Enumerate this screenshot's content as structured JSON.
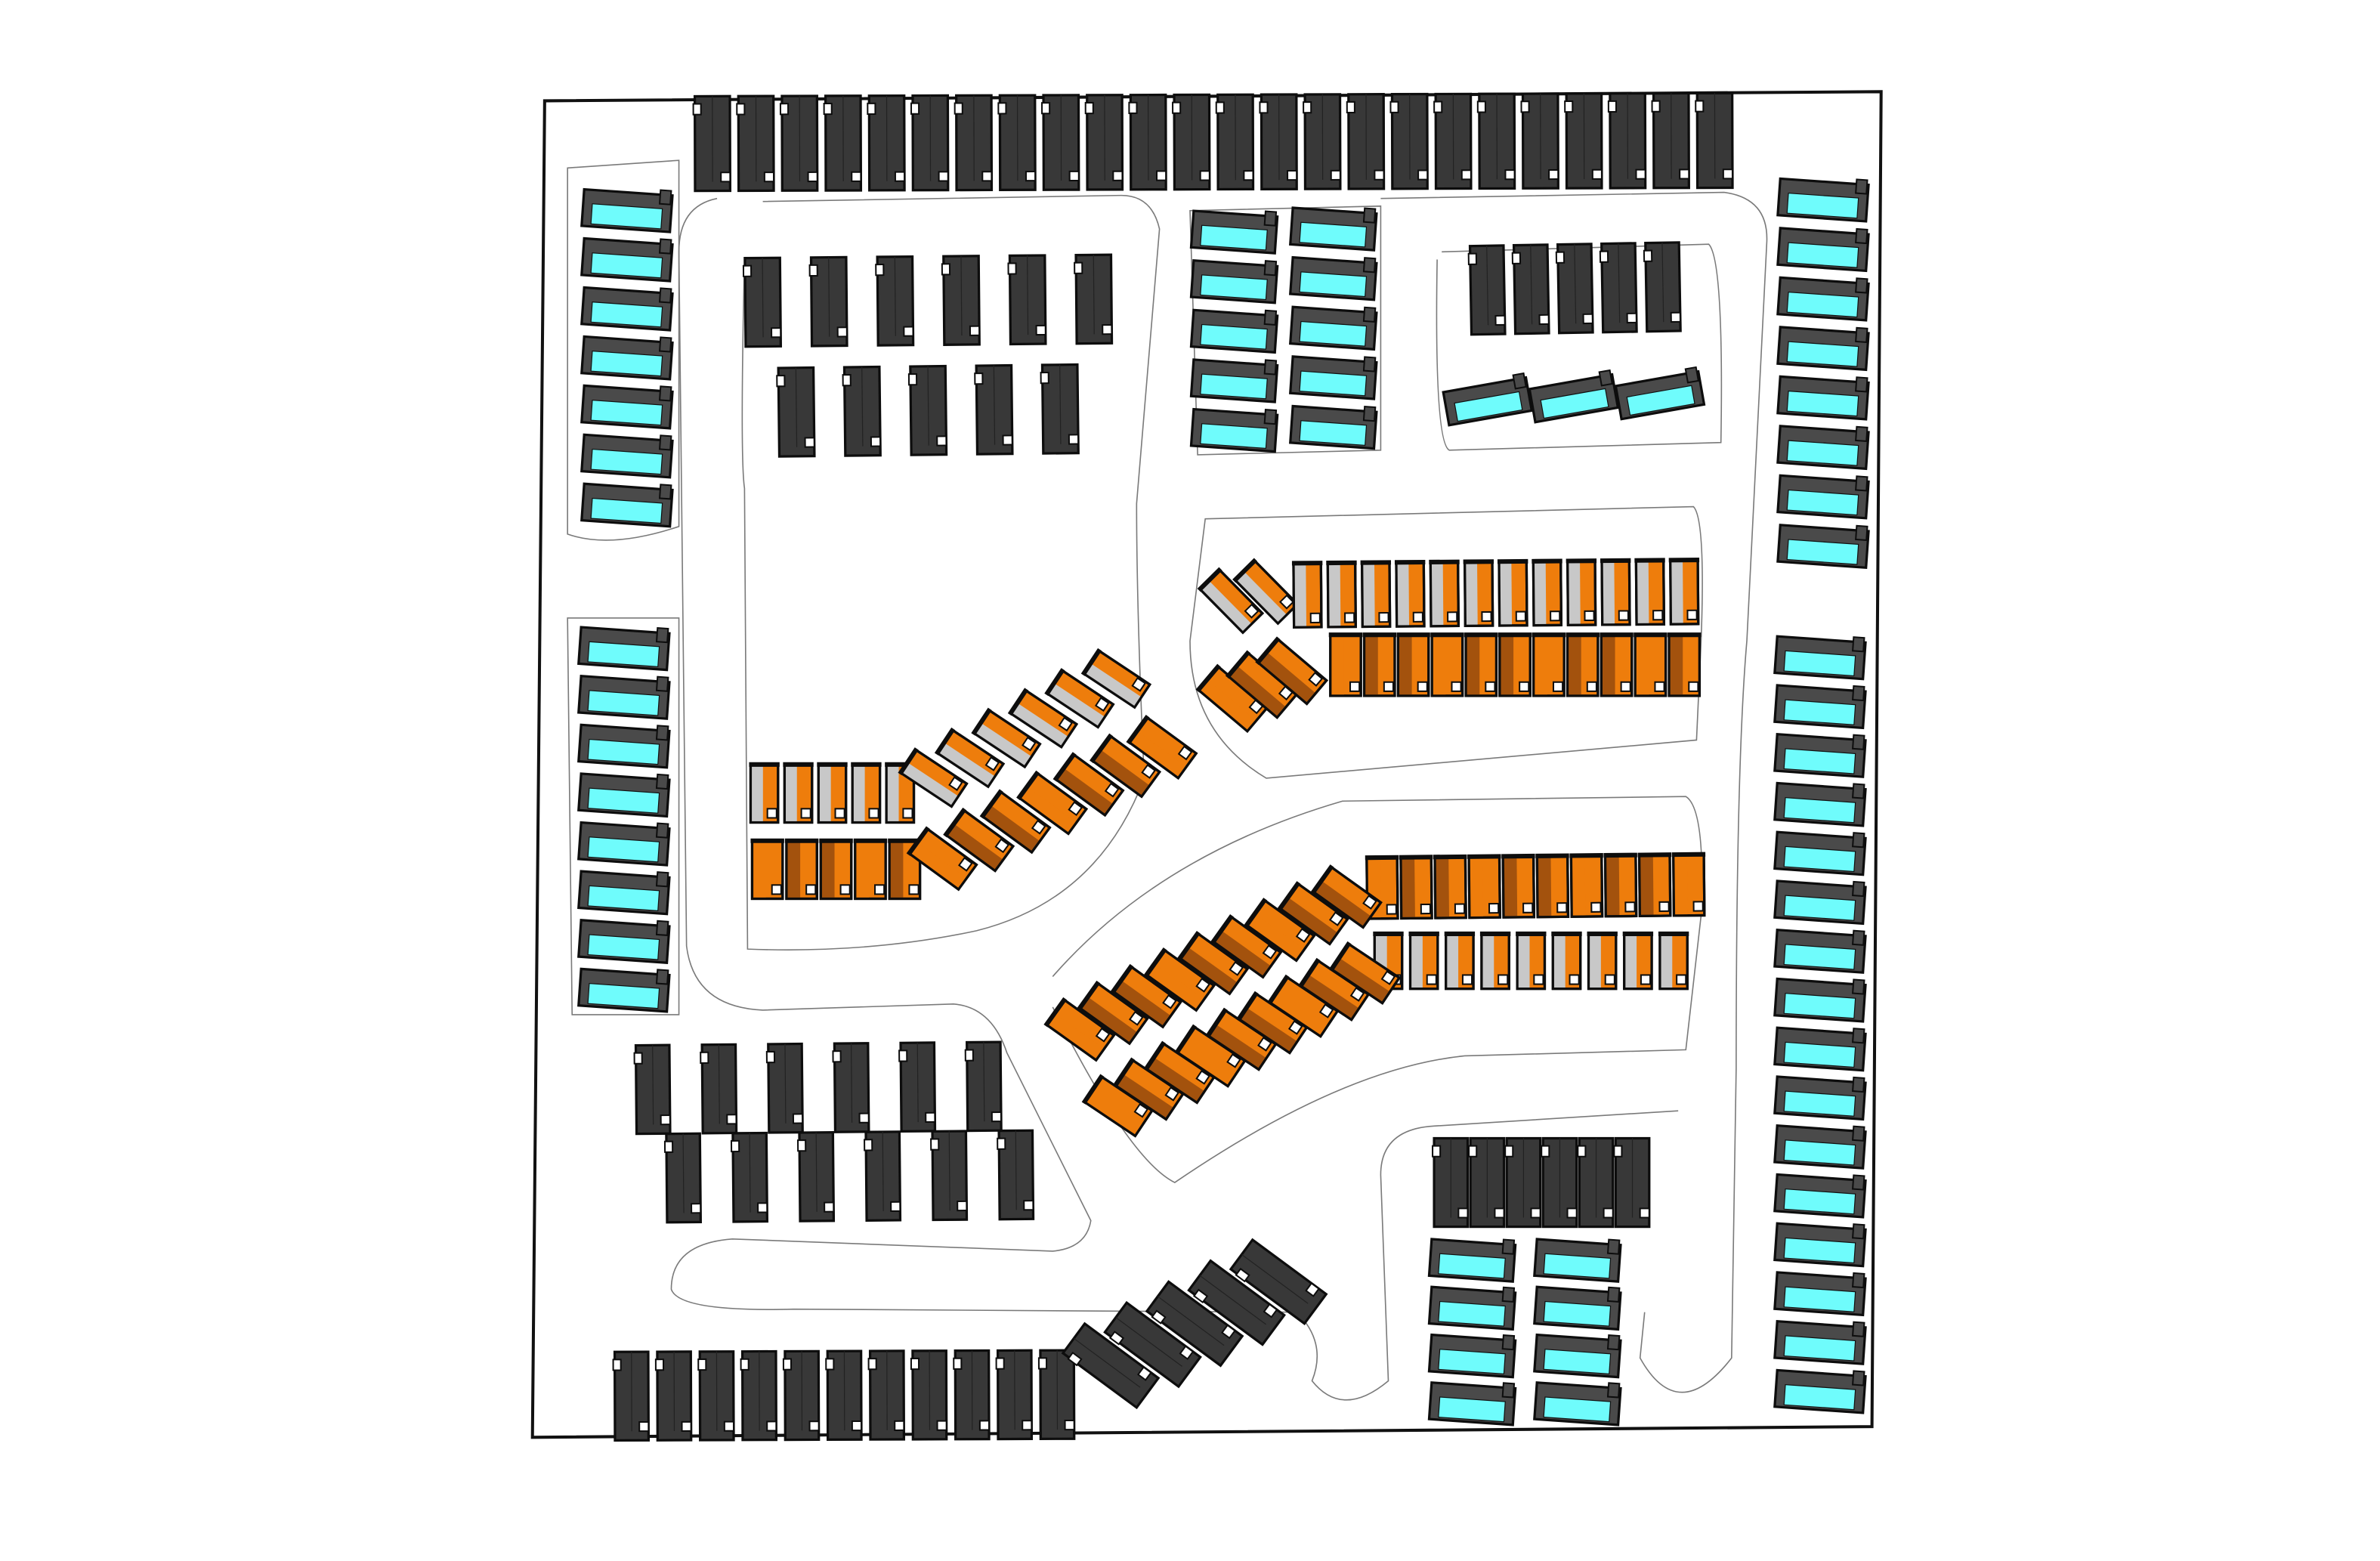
{
  "colors": {
    "dark_unit": "#383838",
    "dark_outline": "#0d0d0d",
    "cyan_glass": "#6ffcfc",
    "cyan_frame": "#4a4a4a",
    "orange_bright": "#ee7d0c",
    "orange_brown": "#a3520d",
    "gray_roof": "#c8c8c8",
    "road_line": "#7a7a7a",
    "boundary": "#111111"
  },
  "blocks": [
    {
      "name": "north-row",
      "type": "dark",
      "units": 24
    },
    {
      "name": "west-cyan-upper",
      "type": "cyan",
      "units": 7
    },
    {
      "name": "west-cyan-lower",
      "type": "cyan",
      "units": 8
    },
    {
      "name": "east-cyan-upper",
      "type": "cyan",
      "units": 8
    },
    {
      "name": "east-cyan-lower",
      "type": "cyan",
      "units": 16
    },
    {
      "name": "inner-northwest",
      "type": "dark",
      "units": 11
    },
    {
      "name": "inner-cyan-center",
      "type": "cyan",
      "units": 10
    },
    {
      "name": "inner-northeast",
      "type": "dark+cyan",
      "units": 8
    },
    {
      "name": "orange-east",
      "type": "orange",
      "units": 28
    },
    {
      "name": "orange-west",
      "type": "orange",
      "units": 22
    },
    {
      "name": "orange-south",
      "type": "orange",
      "units": 34
    },
    {
      "name": "southwest-cluster",
      "type": "dark",
      "units": 12
    },
    {
      "name": "south-row",
      "type": "dark",
      "units": 16
    },
    {
      "name": "south-center",
      "type": "dark+cyan",
      "units": 14
    }
  ]
}
